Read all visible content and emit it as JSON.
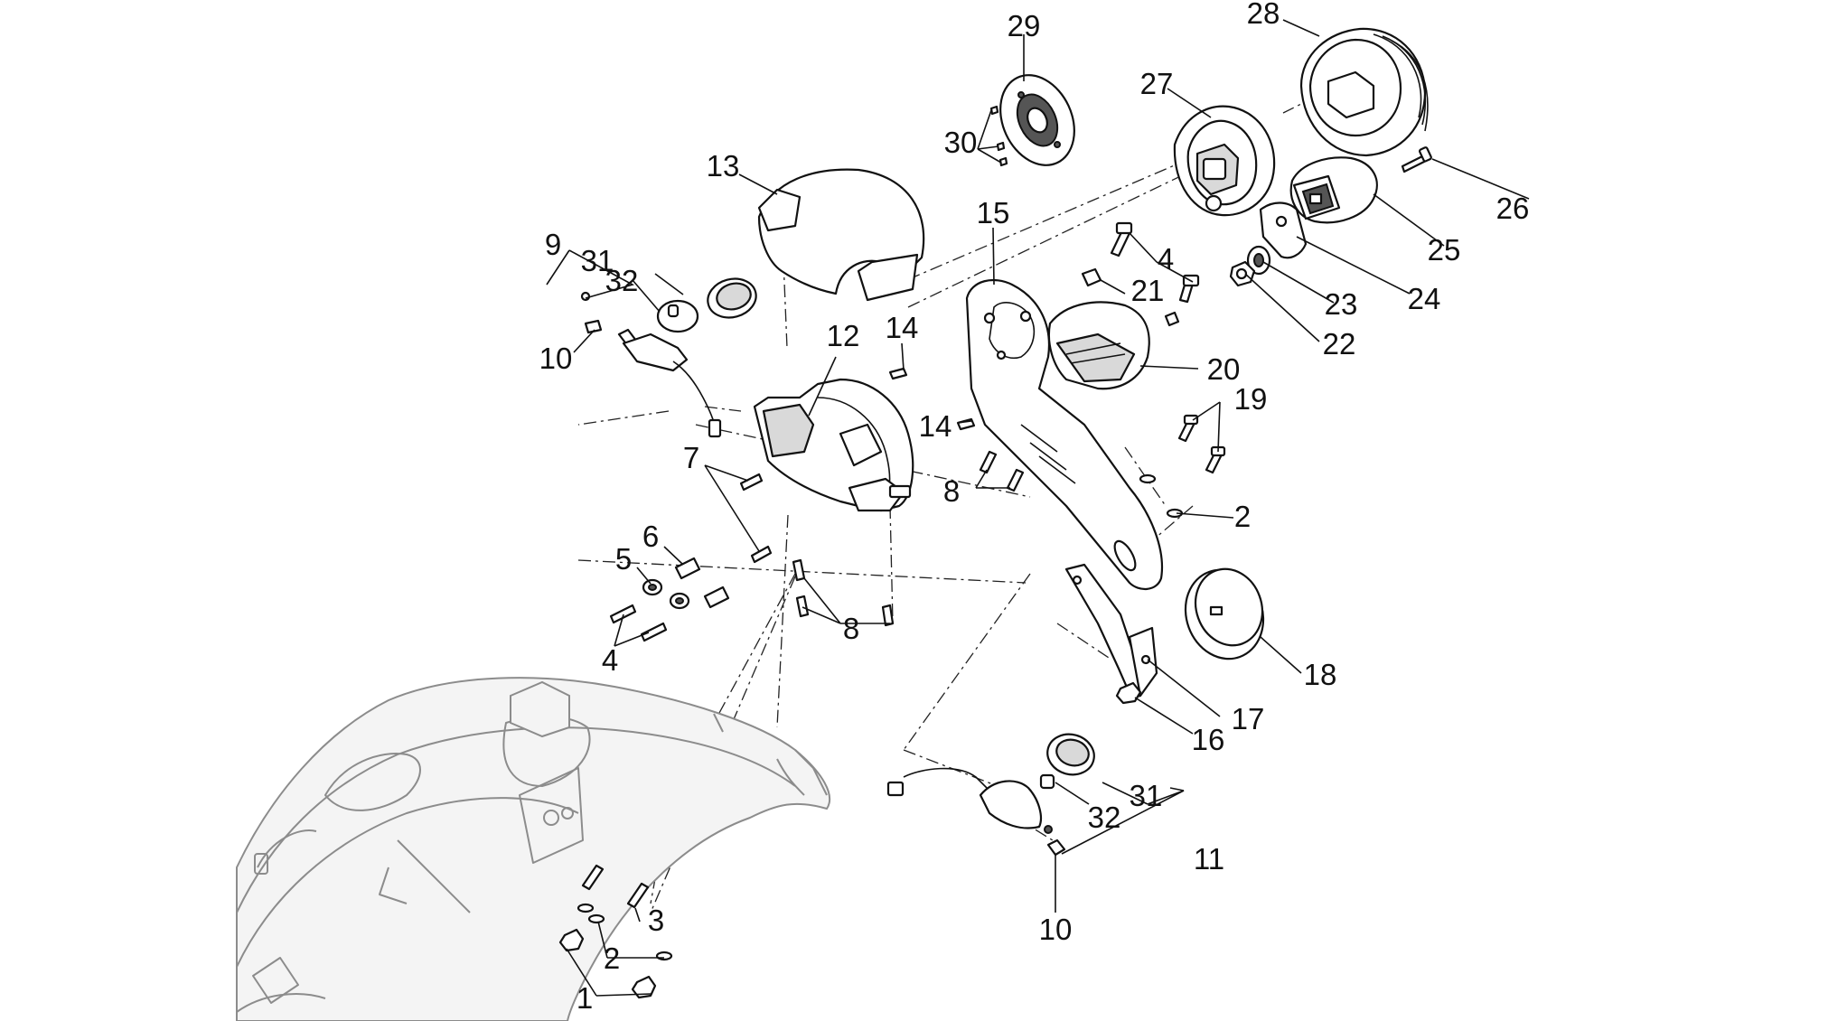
{
  "callouts": [
    {
      "id": "c1",
      "text": "1"
    },
    {
      "id": "c2a",
      "text": "2"
    },
    {
      "id": "c2b",
      "text": "2"
    },
    {
      "id": "c3",
      "text": "3"
    },
    {
      "id": "c4a",
      "text": "4"
    },
    {
      "id": "c4b",
      "text": "4"
    },
    {
      "id": "c5",
      "text": "5"
    },
    {
      "id": "c6",
      "text": "6"
    },
    {
      "id": "c7",
      "text": "7"
    },
    {
      "id": "c8a",
      "text": "8"
    },
    {
      "id": "c8b",
      "text": "8"
    },
    {
      "id": "c9",
      "text": "9"
    },
    {
      "id": "c10a",
      "text": "10"
    },
    {
      "id": "c10b",
      "text": "10"
    },
    {
      "id": "c11",
      "text": "11"
    },
    {
      "id": "c12",
      "text": "12"
    },
    {
      "id": "c13",
      "text": "13"
    },
    {
      "id": "c14a",
      "text": "14"
    },
    {
      "id": "c14b",
      "text": "14"
    },
    {
      "id": "c15",
      "text": "15"
    },
    {
      "id": "c16",
      "text": "16"
    },
    {
      "id": "c17",
      "text": "17"
    },
    {
      "id": "c18",
      "text": "18"
    },
    {
      "id": "c19",
      "text": "19"
    },
    {
      "id": "c20",
      "text": "20"
    },
    {
      "id": "c21",
      "text": "21"
    },
    {
      "id": "c22",
      "text": "22"
    },
    {
      "id": "c23",
      "text": "23"
    },
    {
      "id": "c24",
      "text": "24"
    },
    {
      "id": "c25",
      "text": "25"
    },
    {
      "id": "c26",
      "text": "26"
    },
    {
      "id": "c27",
      "text": "27"
    },
    {
      "id": "c28",
      "text": "28"
    },
    {
      "id": "c29",
      "text": "29"
    },
    {
      "id": "c30",
      "text": "30"
    },
    {
      "id": "c31a",
      "text": "31"
    },
    {
      "id": "c31b",
      "text": "31"
    },
    {
      "id": "c32a",
      "text": "32"
    },
    {
      "id": "c32b",
      "text": "32"
    }
  ]
}
